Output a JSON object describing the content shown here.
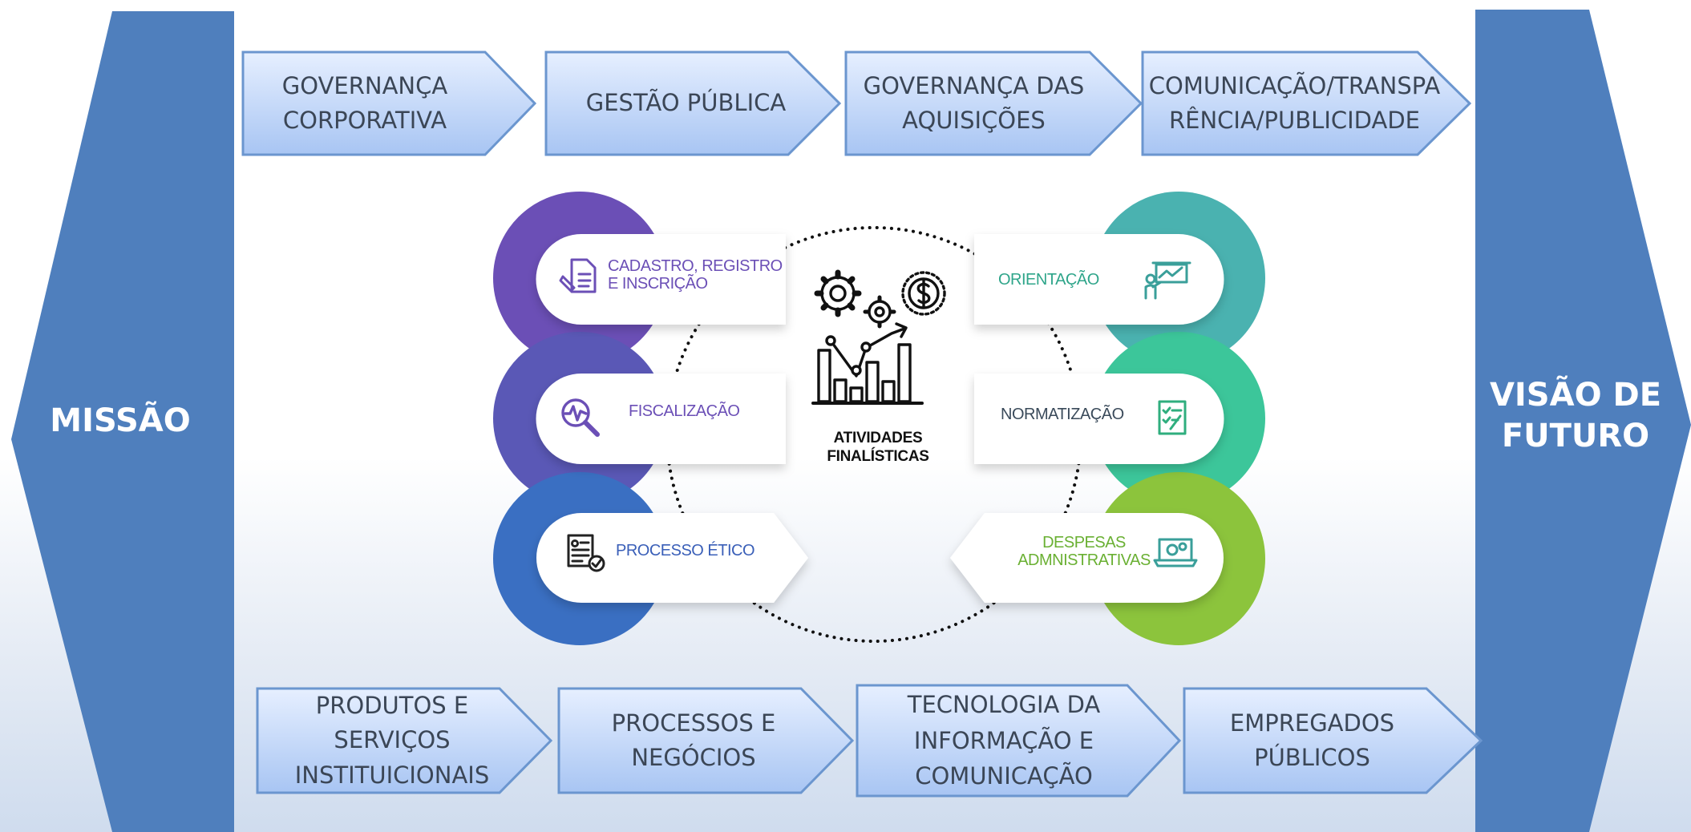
{
  "left_banner": {
    "label": "MISSÃO",
    "color": "#4f7fbd"
  },
  "right_banner": {
    "label": "VISÃO DE\nFUTURO",
    "color": "#4f7fbd"
  },
  "top_row": [
    {
      "label": "GOVERNANÇA\nCORPORATIVA"
    },
    {
      "label": "GESTÃO PÚBLICA"
    },
    {
      "label": "GOVERNANÇA DAS\nAQUISIÇÕES"
    },
    {
      "label": "COMUNICAÇÃO/TRANSPA\nRÊNCIA/PUBLICIDADE"
    }
  ],
  "bottom_row": [
    {
      "label": "PRODUTOS E SERVIÇOS\nINSTITUICIONAIS"
    },
    {
      "label": "PROCESSOS E\nNEGÓCIOS"
    },
    {
      "label": "TECNOLOGIA DA\nINFORMAÇÃO E\nCOMUNICAÇÃO"
    },
    {
      "label": "EMPREGADOS\nPÚBLICOS"
    }
  ],
  "center": {
    "title": "ATIVIDADES\nFINALÍSTICAS",
    "icon": "gears-chart-icon"
  },
  "activities": [
    {
      "label": "CADASTRO, REGISTRO\nE INSCRIÇÃO",
      "icon": "document-edit-icon",
      "color": "#6b4fb6",
      "text_color": "#6b4fb6"
    },
    {
      "label": "FISCALIZAÇÃO",
      "icon": "magnifier-pulse-icon",
      "color": "#5a58b6",
      "text_color": "#6b4fb6"
    },
    {
      "label": "PROCESSO ÉTICO",
      "icon": "certificate-check-icon",
      "color": "#3a6fc2",
      "text_color": "#3a5fb8"
    },
    {
      "label": "ORIENTAÇÃO",
      "icon": "presentation-board-icon",
      "color": "#4ab2b0",
      "text_color": "#2fa58a"
    },
    {
      "label": "NORMATIZAÇÃO",
      "icon": "checklist-icon",
      "color": "#3cc69a",
      "text_color": "#3a4a5a"
    },
    {
      "label": "DESPESAS\nADMNISTRATIVAS",
      "icon": "laptop-gear-icon",
      "color": "#8cc43c",
      "text_color": "#6ab033"
    }
  ]
}
